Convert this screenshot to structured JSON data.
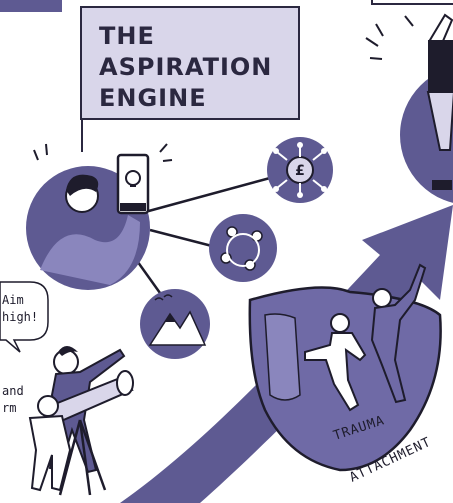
{
  "title": {
    "line1": "THE",
    "line2": "ASPIRATION",
    "line3": "ENGINE"
  },
  "speech": {
    "line1": "Aim",
    "line2": "high!"
  },
  "cutoff": {
    "line1": "and",
    "line2": "rm"
  },
  "shield": {
    "line1": "TRAUMA",
    "line2": "ATTACHMENT"
  },
  "coin_symbol": "£",
  "colors": {
    "purple_dark": "#5e5a92",
    "purple_mid": "#6f6aa6",
    "lavender": "#d9d6ea",
    "ink": "#1e1c2c"
  }
}
